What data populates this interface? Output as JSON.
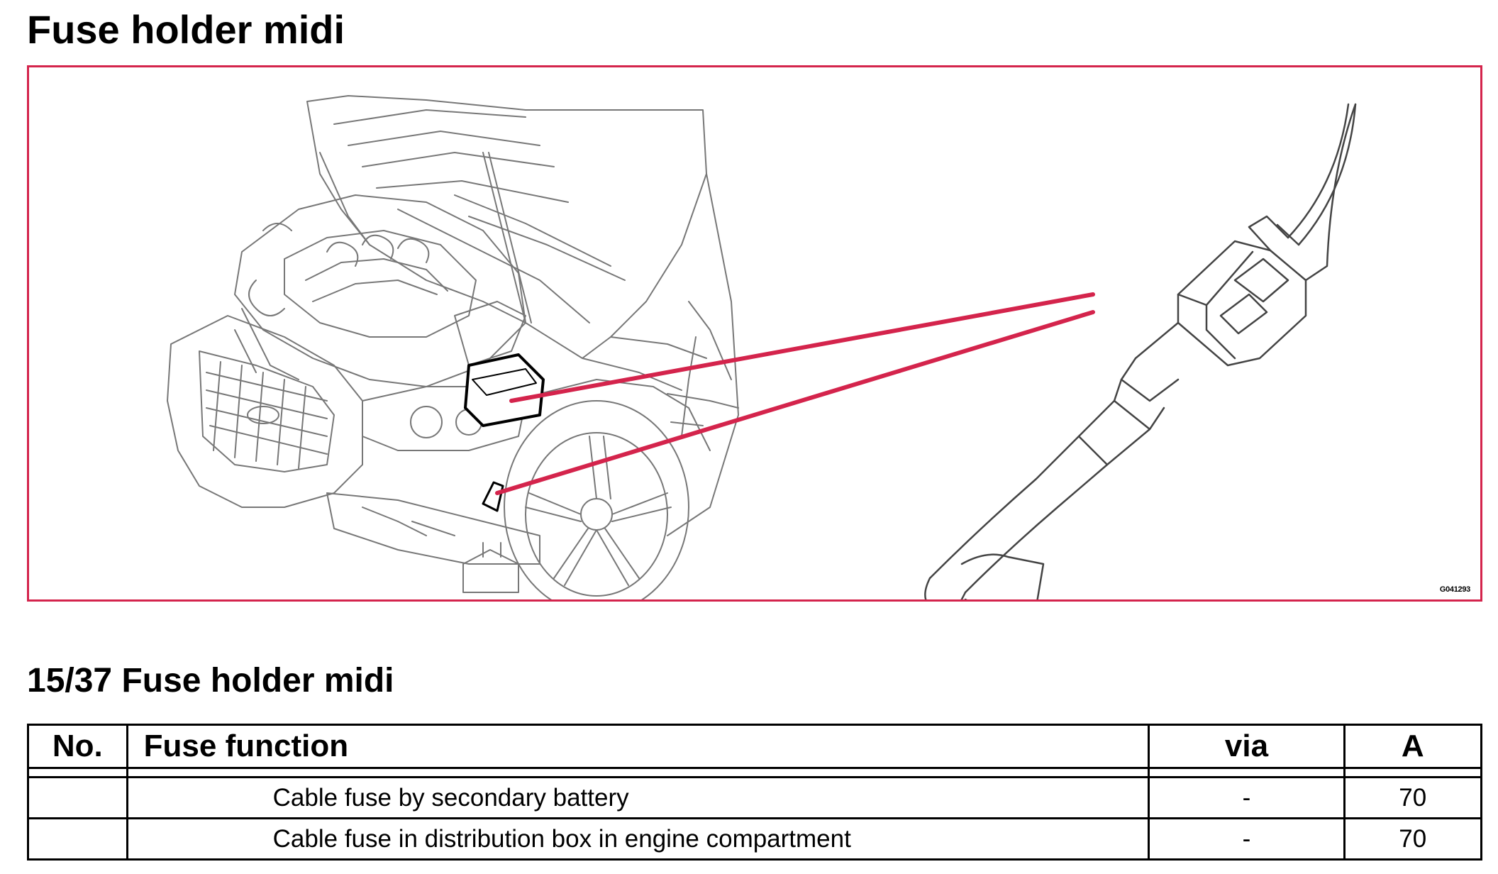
{
  "document": {
    "title": "Fuse holder midi",
    "figure_code": "G041293",
    "section_title": "15/37 Fuse holder midi"
  },
  "colors": {
    "accent": "#d4244c",
    "line_art": "#777777"
  },
  "figure": {
    "subject": "car-engine-compartment-with-fuse-holder-callout",
    "callout_color": "#d4244c"
  },
  "table": {
    "headers": {
      "no": "No.",
      "function": "Fuse function",
      "via": "via",
      "amps": "A"
    },
    "rows": [
      {
        "no": "",
        "function": "Cable fuse by secondary battery",
        "via": "-",
        "amps": "70"
      },
      {
        "no": "",
        "function": "Cable fuse in distribution box in engine compartment",
        "via": "-",
        "amps": "70"
      }
    ]
  }
}
